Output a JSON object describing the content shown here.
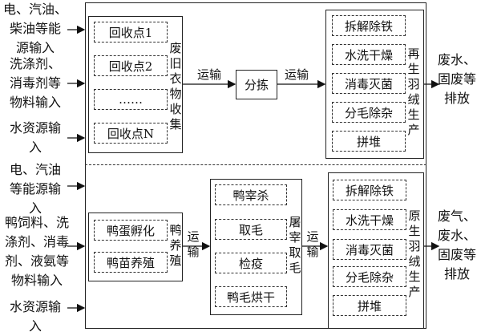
{
  "regenerated": {
    "inputs": [
      {
        "lines": [
          "电、汽油、",
          "柴油等能",
          "源输入"
        ]
      },
      {
        "lines": [
          "洗涤剂、",
          "消毒剂等",
          "物料输入"
        ]
      },
      {
        "lines": [
          "水资源输",
          "入"
        ]
      }
    ],
    "collection": {
      "label": "废旧衣物收集",
      "points": [
        "回收点1",
        "回收点2",
        "……",
        "回收点N"
      ]
    },
    "transport1": "运输",
    "sorting": "分拣",
    "transport2": "运输",
    "production": {
      "label": "再生羽绒生产",
      "steps": [
        "拆解除铁",
        "水洗干燥",
        "消毒灭菌",
        "分毛除杂",
        "拼堆"
      ]
    },
    "output": [
      "废水、",
      "固废等",
      "排放"
    ]
  },
  "primary": {
    "inputs": [
      {
        "lines": [
          "电、汽油",
          "等能源输",
          "入"
        ]
      },
      {
        "lines": [
          "鸭饲料、洗",
          "涤剂、消毒",
          "剂、液氨等",
          "物料输入"
        ]
      },
      {
        "lines": [
          "水资源输",
          "入"
        ]
      }
    ],
    "breeding": {
      "label": "鸭养殖",
      "steps": [
        "鸭蛋孵化",
        "鸭苗养殖"
      ]
    },
    "transport1": "运输",
    "slaughter": {
      "label": "屠宰取毛",
      "steps": [
        "鸭宰杀",
        "取毛",
        "检疫",
        "鸭毛烘干"
      ]
    },
    "transport2": "运输",
    "production": {
      "label": "原生羽绒生产",
      "steps": [
        "拆解除铁",
        "水洗干燥",
        "消毒灭菌",
        "分毛除杂",
        "拼堆"
      ]
    },
    "output": [
      "废气、",
      "废水、",
      "固废等",
      "排放"
    ]
  }
}
